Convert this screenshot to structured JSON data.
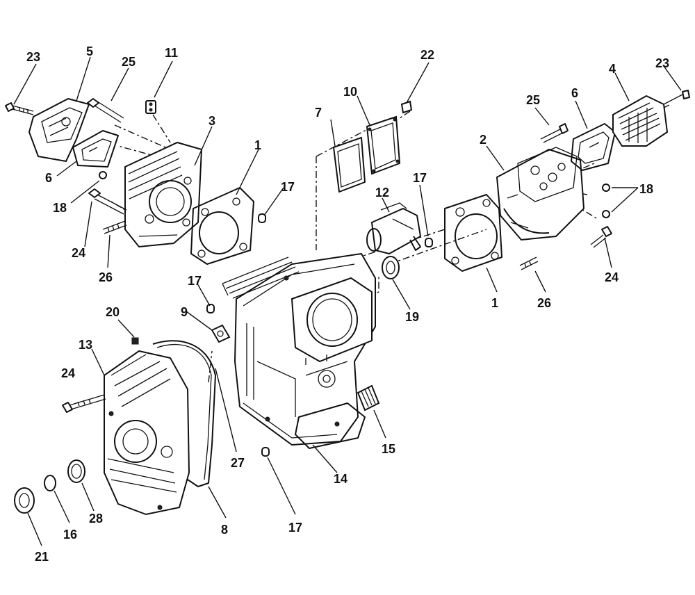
{
  "callouts": [
    {
      "id": "c23a",
      "text": "23"
    },
    {
      "id": "c5",
      "text": "5"
    },
    {
      "id": "c25a",
      "text": "25"
    },
    {
      "id": "c11",
      "text": "11"
    },
    {
      "id": "c3",
      "text": "3"
    },
    {
      "id": "c6a",
      "text": "6"
    },
    {
      "id": "c18a",
      "text": "18"
    },
    {
      "id": "c24a",
      "text": "24"
    },
    {
      "id": "c26a",
      "text": "26"
    },
    {
      "id": "c1a",
      "text": "1"
    },
    {
      "id": "c17a",
      "text": "17"
    },
    {
      "id": "c7",
      "text": "7"
    },
    {
      "id": "c10",
      "text": "10"
    },
    {
      "id": "c22",
      "text": "22"
    },
    {
      "id": "c12",
      "text": "12"
    },
    {
      "id": "c17b",
      "text": "17"
    },
    {
      "id": "c2",
      "text": "2"
    },
    {
      "id": "c25b",
      "text": "25"
    },
    {
      "id": "c6b",
      "text": "6"
    },
    {
      "id": "c4",
      "text": "4"
    },
    {
      "id": "c23b",
      "text": "23"
    },
    {
      "id": "c18b",
      "text": "18"
    },
    {
      "id": "c24b",
      "text": "24"
    },
    {
      "id": "c26b",
      "text": "26"
    },
    {
      "id": "c1b",
      "text": "1"
    },
    {
      "id": "c19",
      "text": "19"
    },
    {
      "id": "c17c",
      "text": "17"
    },
    {
      "id": "c9",
      "text": "9"
    },
    {
      "id": "c20",
      "text": "20"
    },
    {
      "id": "c13",
      "text": "13"
    },
    {
      "id": "c24c",
      "text": "24"
    },
    {
      "id": "c27",
      "text": "27"
    },
    {
      "id": "c15",
      "text": "15"
    },
    {
      "id": "c14",
      "text": "14"
    },
    {
      "id": "c17d",
      "text": "17"
    },
    {
      "id": "c8",
      "text": "8"
    },
    {
      "id": "c28",
      "text": "28"
    },
    {
      "id": "c16",
      "text": "16"
    },
    {
      "id": "c21",
      "text": "21"
    }
  ]
}
